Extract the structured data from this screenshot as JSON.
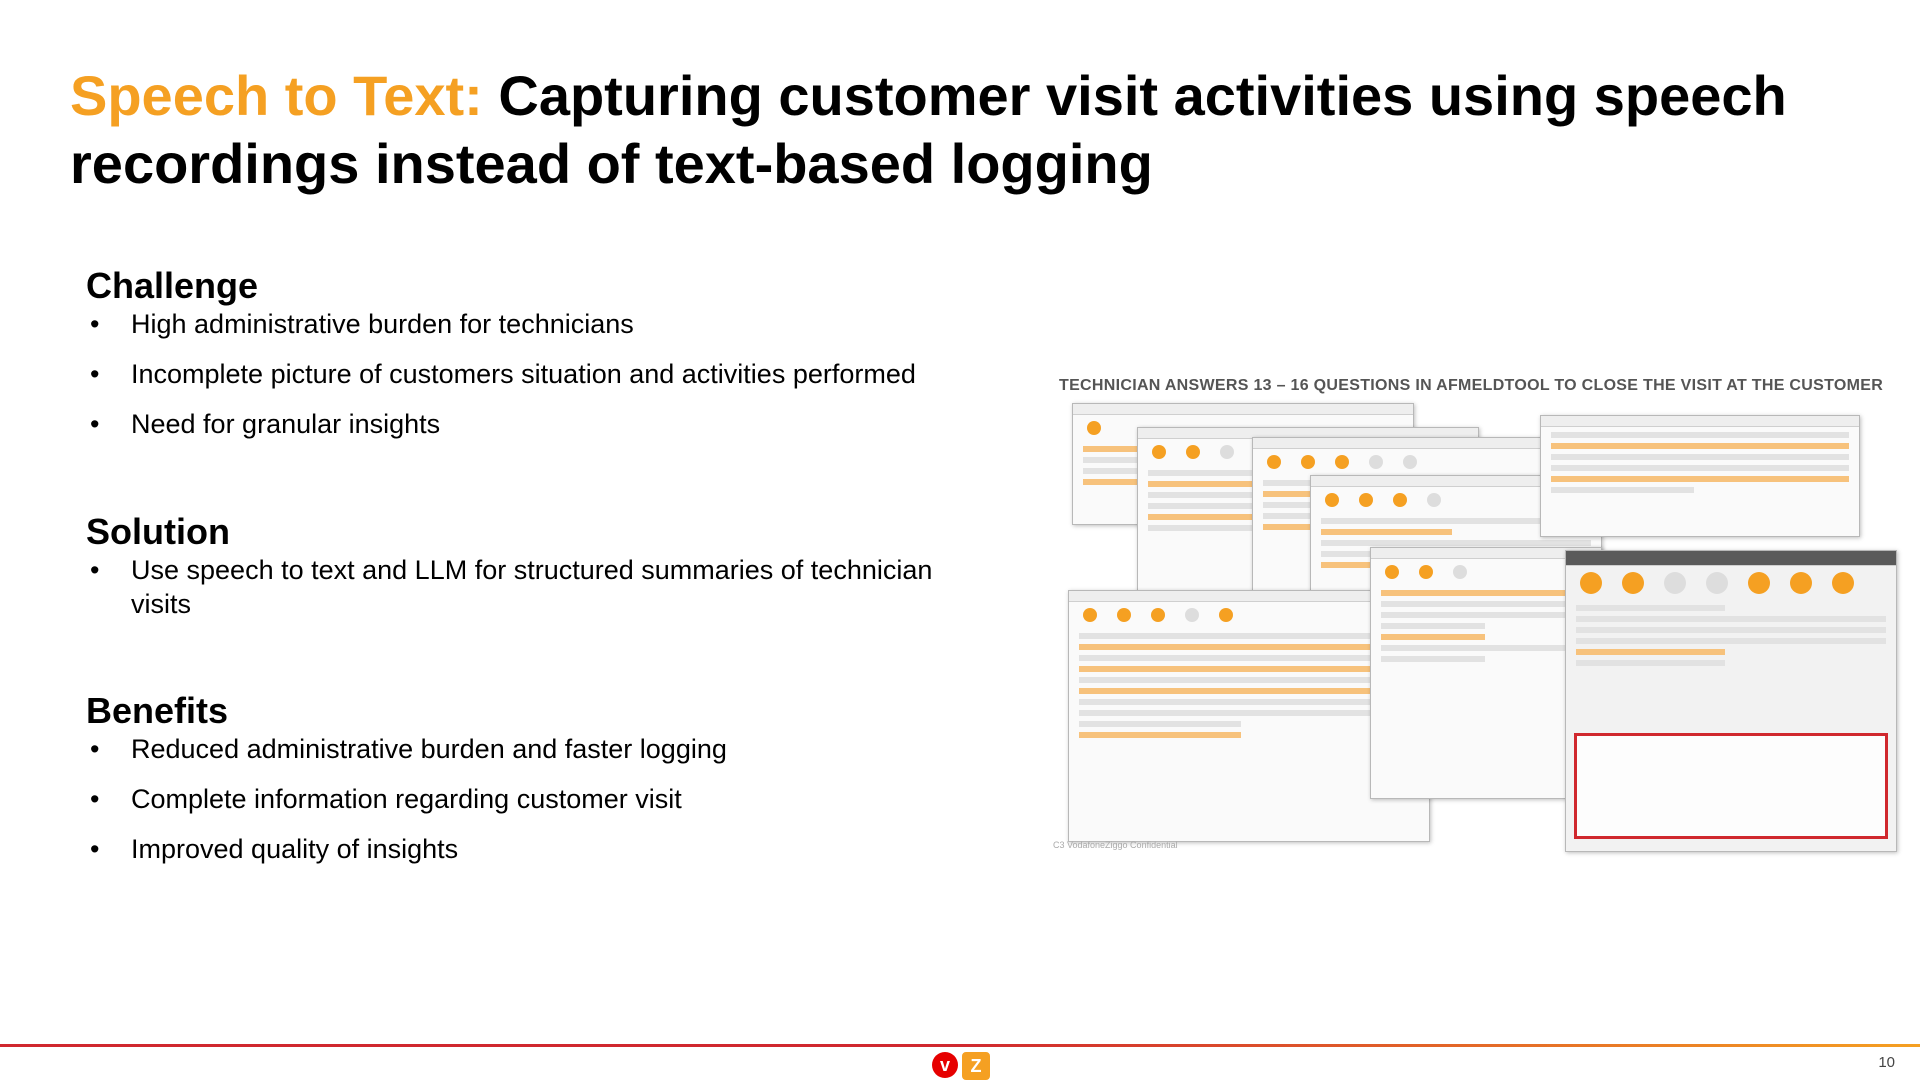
{
  "title": {
    "accent": "Speech to Text:",
    "rest": " Capturing customer visit activities using speech recordings instead of text-based logging"
  },
  "sections": {
    "challenge": {
      "heading": "Challenge",
      "items": [
        "High administrative burden for technicians",
        "Incomplete picture of customers situation and activities performed",
        "Need for granular insights"
      ]
    },
    "solution": {
      "heading": "Solution",
      "items": [
        "Use speech to text and LLM for structured summaries of technician visits"
      ]
    },
    "benefits": {
      "heading": "Benefits",
      "items": [
        "Reduced administrative burden and faster logging",
        "Complete information regarding customer visit",
        "Improved quality of insights"
      ]
    }
  },
  "bullet_glyph": "•",
  "collage": {
    "caption": "TECHNICIAN ANSWERS 13 – 16 QUESTIONS IN AFMELDTOOL TO CLOSE THE VISIT AT THE CUSTOMER",
    "confidential": "C3 VodafoneZiggo Confidential"
  },
  "footer": {
    "page_number": "10",
    "logo_v": "v",
    "logo_z": "Z"
  },
  "colors": {
    "accent": "#f5a022",
    "brand_red": "#e60000",
    "highlight_red": "#d0282e"
  }
}
